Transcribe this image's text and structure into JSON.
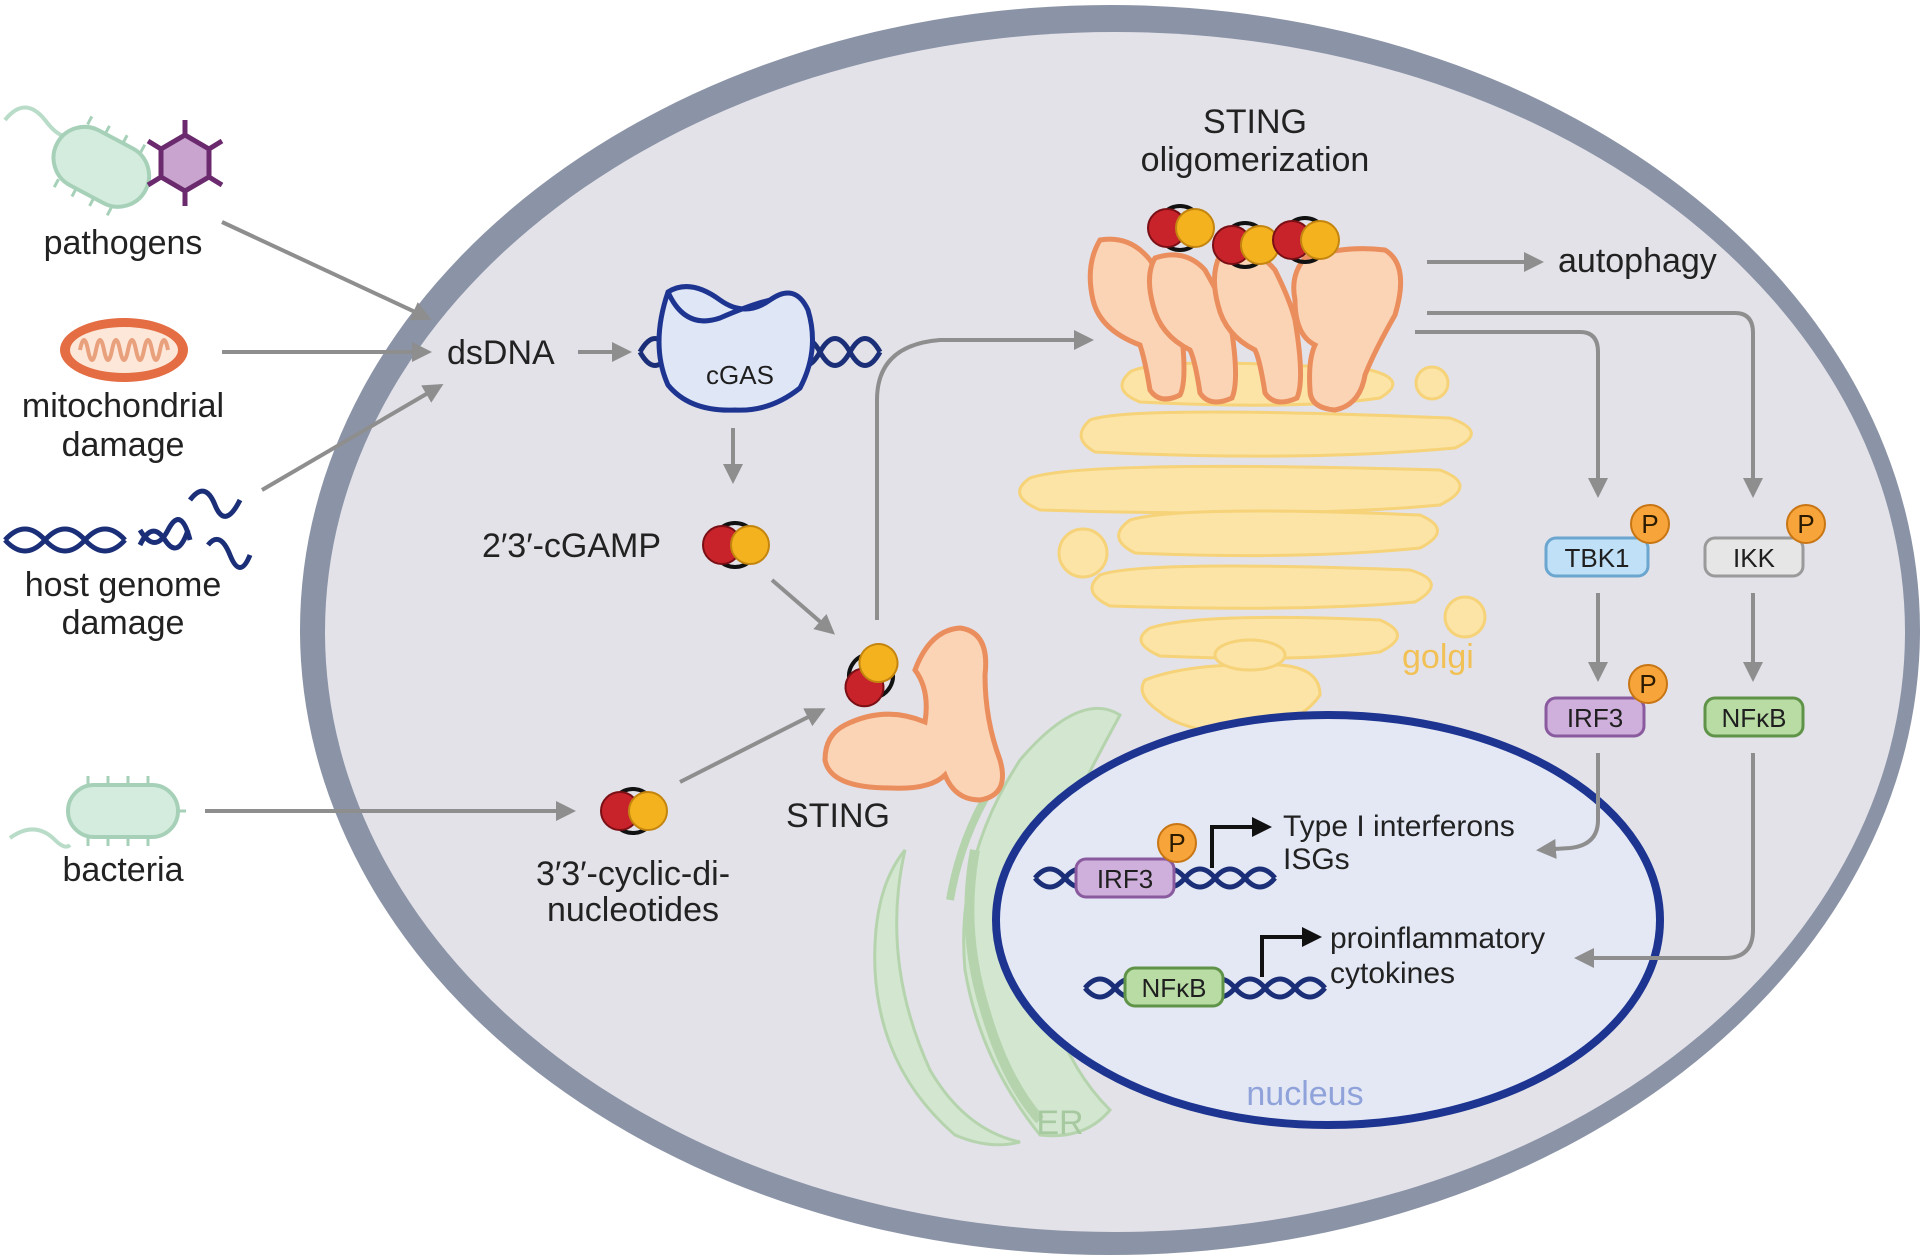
{
  "colors": {
    "cell_fill": "#e3e2e9",
    "cell_border": "#8b93a6",
    "nucleus_fill": "#e4e8f5",
    "nucleus_border": "#1d3591",
    "sting_fill": "#fbd3b5",
    "sting_border": "#ea8e5e",
    "golgi_fill": "#fbe4a6",
    "er_fill": "#d3e6cf",
    "red_ball": "#c8232a",
    "yellow_ball": "#f5b21f",
    "tbk1_fill": "#bfe0f6",
    "ikk_fill": "#e6e6e6",
    "irf3_fill": "#cfb0dc",
    "nfkb_fill": "#b9dca5",
    "p_fill": "#f7a53a",
    "arrow": "#8e8e8e",
    "dna": "#1b2f78"
  },
  "icons": [
    "bacterium-icon",
    "virus-icon",
    "mitochondrion-icon",
    "dna-fragment-icon",
    "sting-protein-icon",
    "cyclic-dinucleotide-icon",
    "golgi-icon",
    "er-icon",
    "nucleus-icon",
    "cgas-enzyme-icon",
    "phosphate-icon",
    "promoter-arrow-icon"
  ],
  "labels": {
    "pathogens": "pathogens",
    "mito_line1": "mitochondrial",
    "mito_line2": "damage",
    "host_line1": "host genome",
    "host_line2": "damage",
    "bacteria": "bacteria",
    "dsdna": "dsDNA",
    "cgas": "cGAS",
    "cgamp": "2′3′-cGAMP",
    "cdn_line1": "3′3′-cyclic-di-",
    "cdn_line2": "nucleotides",
    "sting": "STING",
    "olig_line1": "STING",
    "olig_line2": "oligomerization",
    "autophagy": "autophagy",
    "golgi": "golgi",
    "er": "ER",
    "nucleus": "nucleus",
    "tbk1": "TBK1",
    "ikk": "IKK",
    "irf3": "IRF3",
    "nfkb": "NFκB",
    "p": "P",
    "ifn_line1": "Type I interferons",
    "ifn_line2": "ISGs",
    "cyto_line1": "proinflammatory",
    "cyto_line2": "cytokines"
  }
}
